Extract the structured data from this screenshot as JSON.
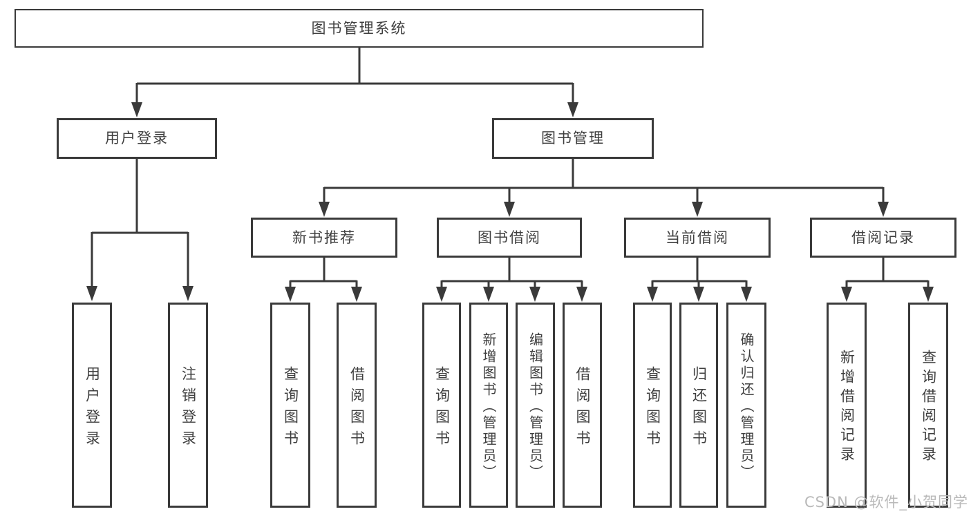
{
  "chart_data": {
    "type": "tree-diagram",
    "title": "图书管理系统",
    "levels": 4
  },
  "tree": {
    "label": "图书管理系统",
    "children": [
      {
        "label": "用户登录",
        "children": [
          {
            "label": "用户登录"
          },
          {
            "label": "注销登录"
          }
        ]
      },
      {
        "label": "图书管理",
        "children": [
          {
            "label": "新书推荐",
            "children": [
              {
                "label": "查询图书"
              },
              {
                "label": "借阅图书"
              }
            ]
          },
          {
            "label": "图书借阅",
            "children": [
              {
                "label": "查询图书"
              },
              {
                "label": "新增图书（管理员）"
              },
              {
                "label": "编辑图书（管理员）"
              },
              {
                "label": "借阅图书"
              }
            ]
          },
          {
            "label": "当前借阅",
            "children": [
              {
                "label": "查询图书"
              },
              {
                "label": "归还图书"
              },
              {
                "label": "确认归还（管理员）"
              }
            ]
          },
          {
            "label": "借阅记录",
            "children": [
              {
                "label": "新增借阅记录"
              },
              {
                "label": "查询借阅记录"
              }
            ]
          }
        ]
      }
    ]
  },
  "watermark": {
    "text": "CSDN @软件_小贺同学",
    "color": "#b9b9b9"
  },
  "colors": {
    "line": "#3a3a3a",
    "box_border": "#3a3a3a",
    "text": "#3f3f3f",
    "background": "#ffffff"
  }
}
